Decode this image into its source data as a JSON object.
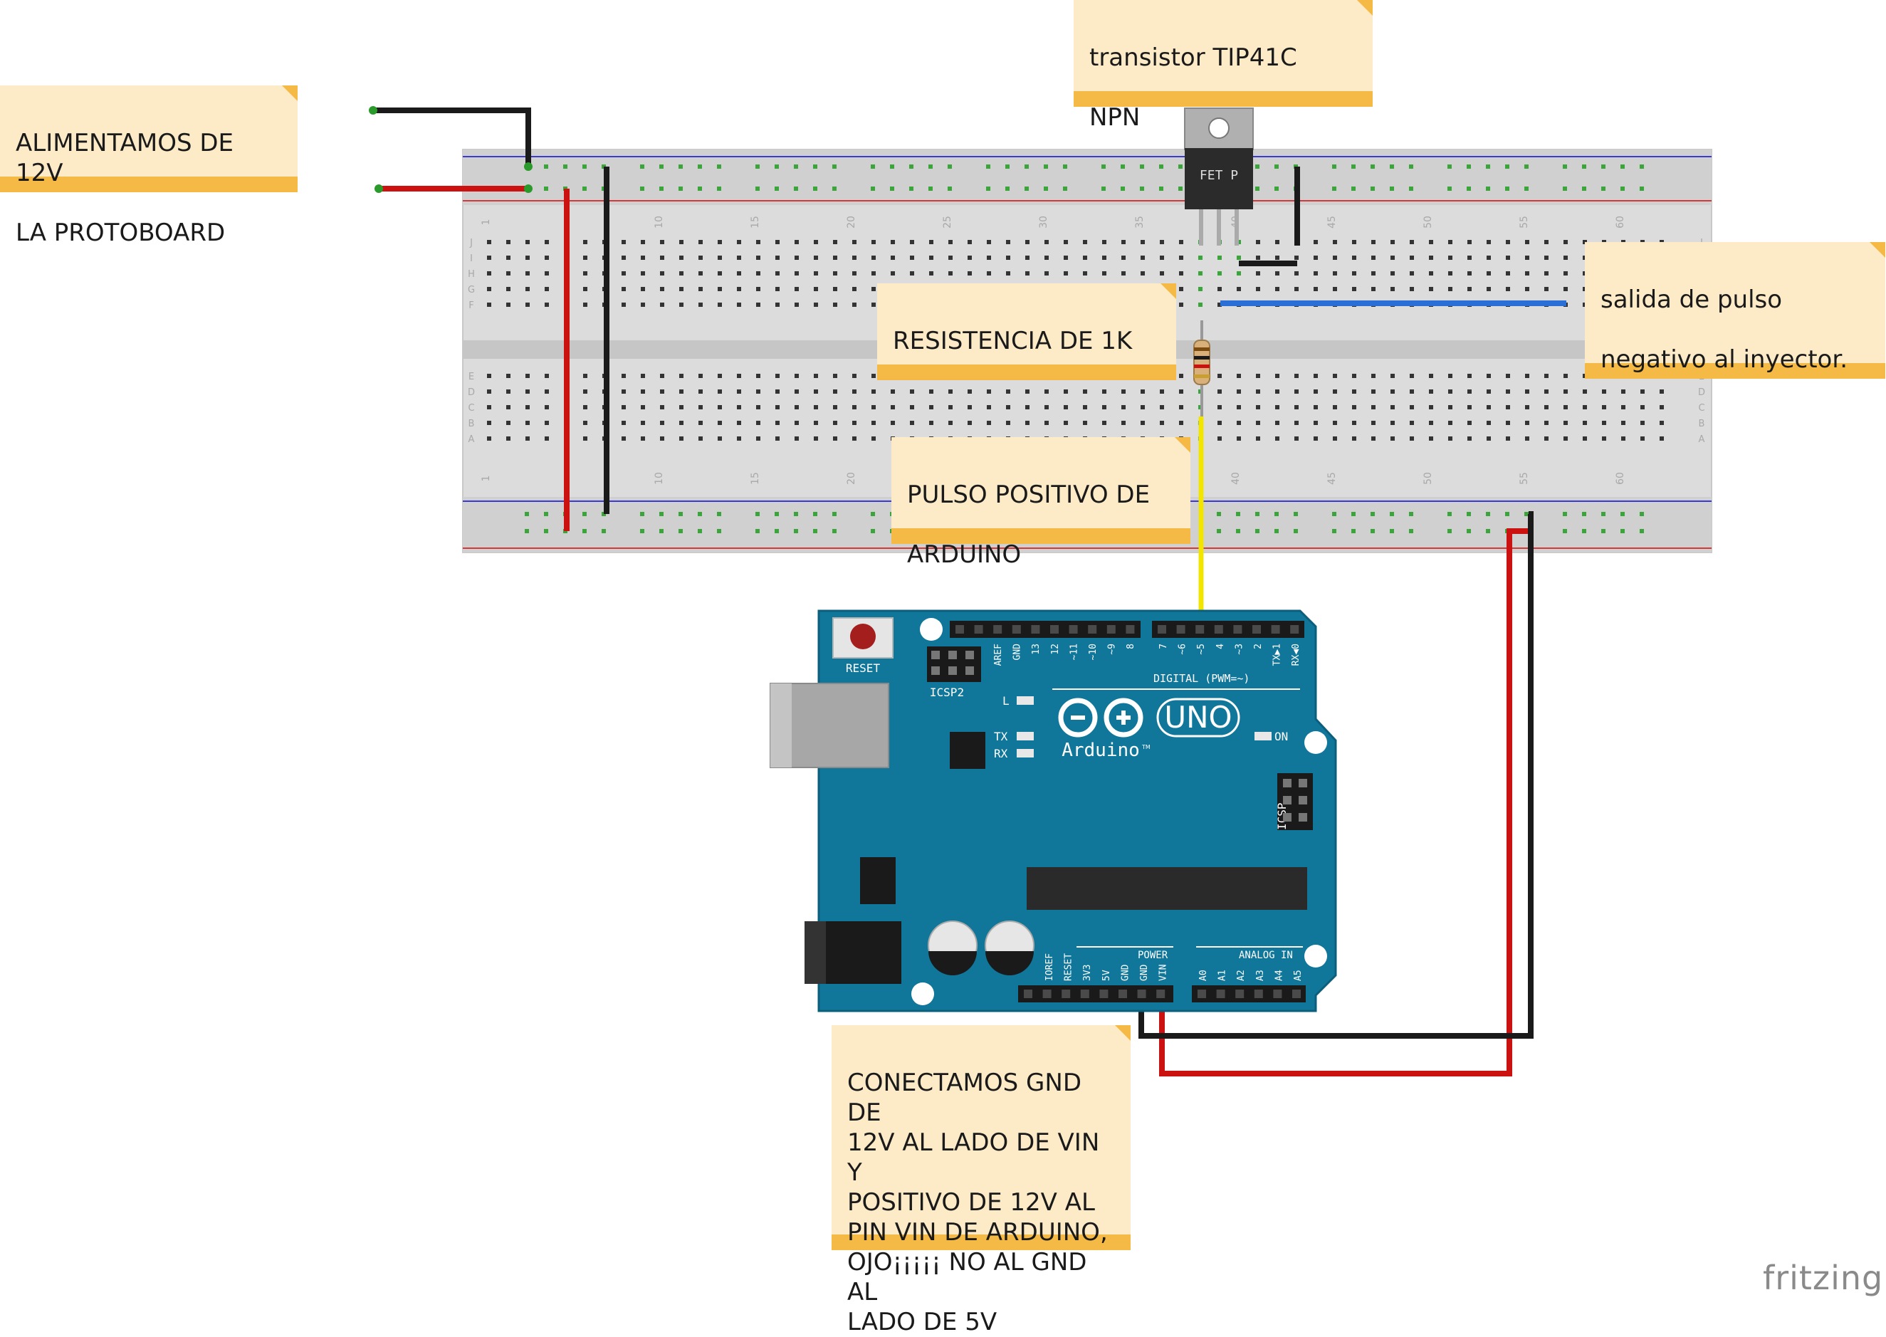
{
  "notes": {
    "power": {
      "line1": "ALIMENTAMOS DE 12V",
      "line2": "LA PROTOBOARD"
    },
    "transistor": {
      "line1": "transistor    TIP41C",
      "line2": "NPN"
    },
    "resistor": {
      "line1": "RESISTENCIA DE 1K"
    },
    "output": {
      "line1": "salida de pulso",
      "line2": "negativo al inyector."
    },
    "pulse": {
      "line1": "PULSO POSITIVO DE",
      "line2": "ARDUINO"
    },
    "gnd": {
      "text": "CONECTAMOS GND DE\n12V AL LADO DE VIN Y\nPOSITIVO DE 12V AL\nPIN VIN DE ARDUINO,\nOJO¡¡¡¡¡ NO AL GND AL\nLADO DE 5V"
    }
  },
  "transistor_label": "FET P",
  "arduino": {
    "reset": "RESET",
    "icsp2": "ICSP2",
    "icsp": "ICSP",
    "uno": "UNO",
    "brand": "Arduino",
    "tm": "TM",
    "on": "ON",
    "l": "L",
    "tx": "TX",
    "rx": "RX",
    "digital": "DIGITAL (PWM=~)",
    "power": "POWER",
    "analog": "ANALOG IN",
    "top_pins": [
      "AREF",
      "GND",
      "13",
      "12",
      "~11",
      "~10",
      "~9",
      "8"
    ],
    "top_pins2": [
      "7",
      "~6",
      "~5",
      "4",
      "~3",
      "2",
      "TX▶1",
      "RX◀0"
    ],
    "power_pins": [
      "IOREF",
      "RESET",
      "3V3",
      "5V",
      "GND",
      "GND",
      "VIN"
    ],
    "analog_pins": [
      "A0",
      "A1",
      "A2",
      "A3",
      "A4",
      "A5"
    ]
  },
  "breadboard": {
    "col_numbers": [
      "1",
      "10",
      "15",
      "20",
      "25",
      "30",
      "35",
      "40",
      "45",
      "50",
      "55",
      "60"
    ],
    "row_letters_top": [
      "J",
      "I",
      "H",
      "G",
      "F"
    ],
    "row_letters_bottom": [
      "E",
      "D",
      "C",
      "B",
      "A"
    ]
  },
  "watermark": "fritzing",
  "colors": {
    "note_bg": "#fdebc8",
    "note_band": "#f5b945",
    "arduino": "#11779a",
    "wire_red": "#cc1111",
    "wire_black": "#222222",
    "wire_blue": "#2a6fd6",
    "wire_yellow": "#f2e600"
  }
}
